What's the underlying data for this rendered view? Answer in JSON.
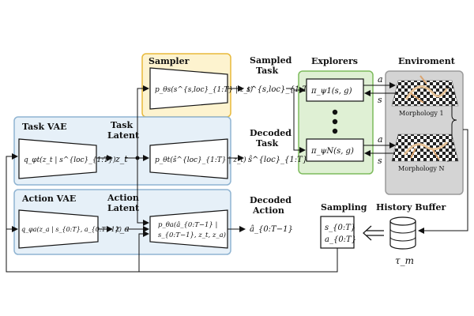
{
  "panels": {
    "sampler": "Sampler",
    "task_vae": "Task VAE",
    "action_vae": "Action VAE",
    "explorers": "Explorers",
    "environment": "Enviroment",
    "history_buffer": "History Buffer",
    "sampling": "Sampling"
  },
  "labels": {
    "task_latent_line1": "Task",
    "task_latent_line2": "Latent",
    "action_latent_line1": "Action",
    "action_latent_line2": "Latent",
    "sampled_task_line1": "Sampled",
    "sampled_task_line2": "Task",
    "decoded_task_line1": "Decoded",
    "decoded_task_line2": "Task",
    "decoded_action_line1": "Decoded",
    "decoded_action_line2": "Action"
  },
  "math": {
    "sampler_fn": "p_θs(s^{s,loc}_{1:T} | z_t)",
    "task_encoder": "q_φt(z_t | s^{loc}_{1:T})",
    "task_decoder": "p_θt(ŝ^{loc}_{1:T} | z_t)",
    "action_encoder": "q_φa(z_a | s_{0:T}, a_{0:T−1})",
    "action_decoder_line1": "p_θa(â_{0:T−1} |",
    "action_decoder_line2": "s_{0:T−1}, z_t, z_a)",
    "z_t": "z_t",
    "z_a": "z_a",
    "sampled_task_var": "s^{s,loc}_{1:T}",
    "decoded_task_var": "ŝ^{loc}_{1:T}",
    "decoded_action_var": "â_{0:T−1}",
    "explorer_1": "π_ψ1(s, g)",
    "explorer_n": "π_ψN(s, g)",
    "action_arrow": "a",
    "state_arrow": "s",
    "sampling_line1": "s_{0:T}",
    "sampling_line2": "a_{0:T}",
    "tau": "τ_m"
  },
  "environment": {
    "morphology_1": "Morphology 1",
    "morphology_n": "Morphology N"
  },
  "colors": {
    "sampler_fill": "#fdf3cf",
    "sampler_border": "#e8b93a",
    "vae_fill": "#e6f0f8",
    "vae_border": "#8fb4d2",
    "explorer_fill": "#dff0d4",
    "explorer_border": "#7dbb5c",
    "environment_fill": "#d4d4d4",
    "environment_border": "#9a9a9a"
  }
}
